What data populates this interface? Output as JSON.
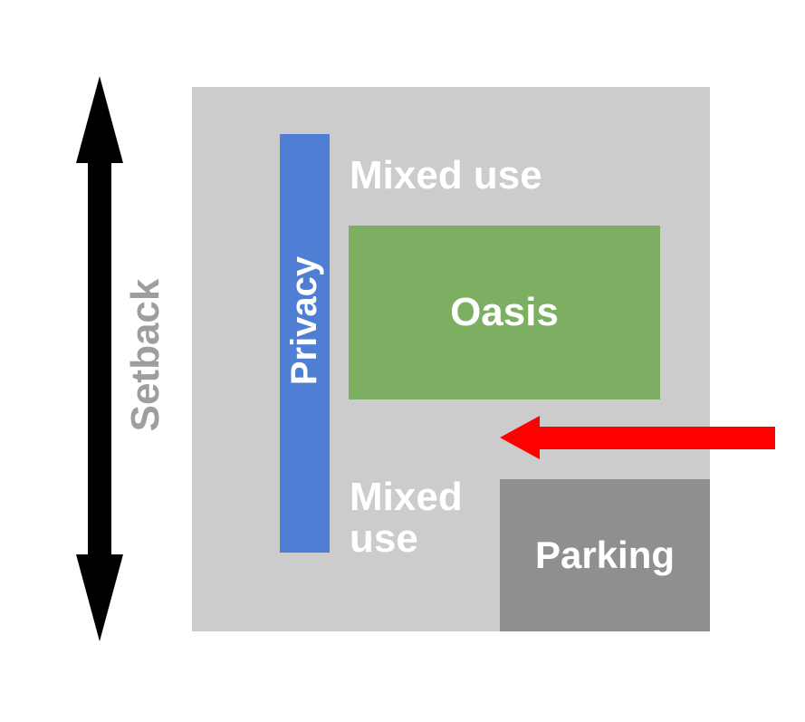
{
  "diagram": {
    "labels": {
      "setback": "Setback",
      "privacy": "Privacy",
      "mixed_use_top": "Mixed use",
      "oasis": "Oasis",
      "mixed_use_bottom": "Mixed use",
      "parking": "Parking"
    },
    "colors": {
      "site": "#cccccc",
      "privacy": "#4e7fd4",
      "oasis": "#7caf62",
      "parking": "#8f8f8f",
      "setback_text": "#9e9e9e",
      "entry_arrow": "#ff0000",
      "setback_arrow": "#000000"
    }
  }
}
